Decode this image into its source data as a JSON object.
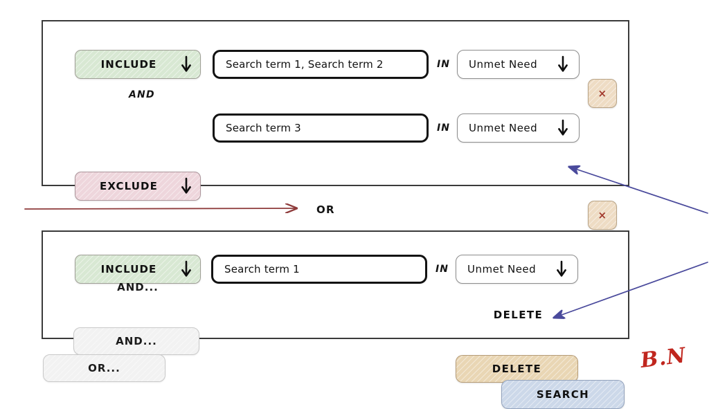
{
  "groups": [
    {
      "name": "query-group-1",
      "rows": [
        {
          "operator": "INCLUDE",
          "operator_color": "#d8e8d3",
          "terms": "Search term 1, Search term 2",
          "connector": "IN",
          "field": "Unmet Need",
          "remove_label": "×"
        },
        {
          "operator": "EXCLUDE",
          "operator_color": "#eed6dc",
          "terms": "Search term 3",
          "connector": "IN",
          "field": "Unmet Need",
          "remove_label": "×"
        }
      ],
      "conjunction": "AND",
      "add_row_label": "AND...",
      "delete_label": "DELETE"
    },
    {
      "name": "query-group-2",
      "rows": [
        {
          "operator": "INCLUDE",
          "operator_color": "#d8e8d3",
          "terms": "Search term 1",
          "connector": "IN",
          "field": "Unmet Need",
          "remove_label": ""
        }
      ],
      "conjunction": "",
      "add_row_label": "AND...",
      "delete_label": "DELETE"
    }
  ],
  "group_separator": "OR",
  "footer": {
    "add_group_label": "OR...",
    "search_label": "SEARCH"
  },
  "annotations": {
    "signature": "B.N",
    "signature_color": "#c0261e",
    "separator_arrow_color": "#8e3b3b",
    "callout_arrow_color": "#4a4a9c"
  },
  "colors": {
    "include": "#d8e8d3",
    "exclude": "#eed6dc",
    "delete": "#e9d6b4",
    "remove": "#eedcc4",
    "remove_glyph": "#a23a2e",
    "search": "#ccd8e9",
    "ghost": "#f2f2f2",
    "panel_border": "#3a3a3a",
    "input_border": "#121212"
  },
  "icons": {
    "dropdown": "arrow-down-icon",
    "remove": "close-icon"
  }
}
